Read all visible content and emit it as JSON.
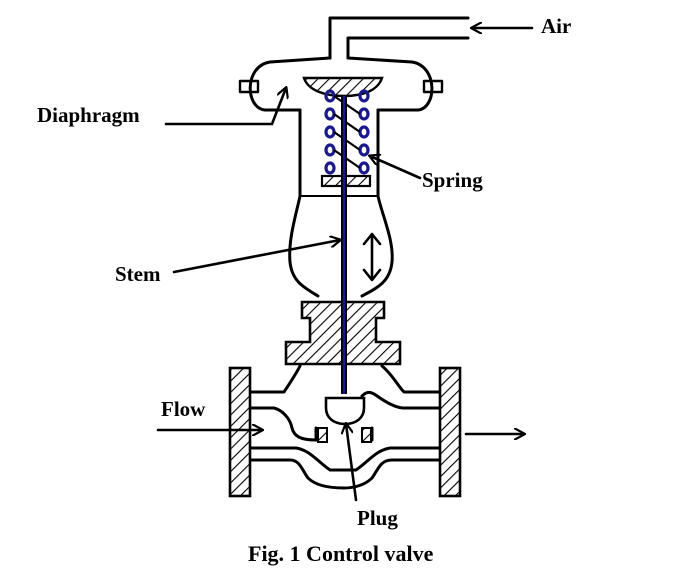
{
  "labels": {
    "air": "Air",
    "diaphragm": "Diaphragm",
    "spring": "Spring",
    "stem": "Stem",
    "flow": "Flow",
    "plug": "Plug"
  },
  "caption": "Fig. 1 Control valve",
  "colors": {
    "line": "#000000",
    "stem": "#1a1a8c",
    "spring": "#1a1a8c",
    "background": "#ffffff"
  }
}
